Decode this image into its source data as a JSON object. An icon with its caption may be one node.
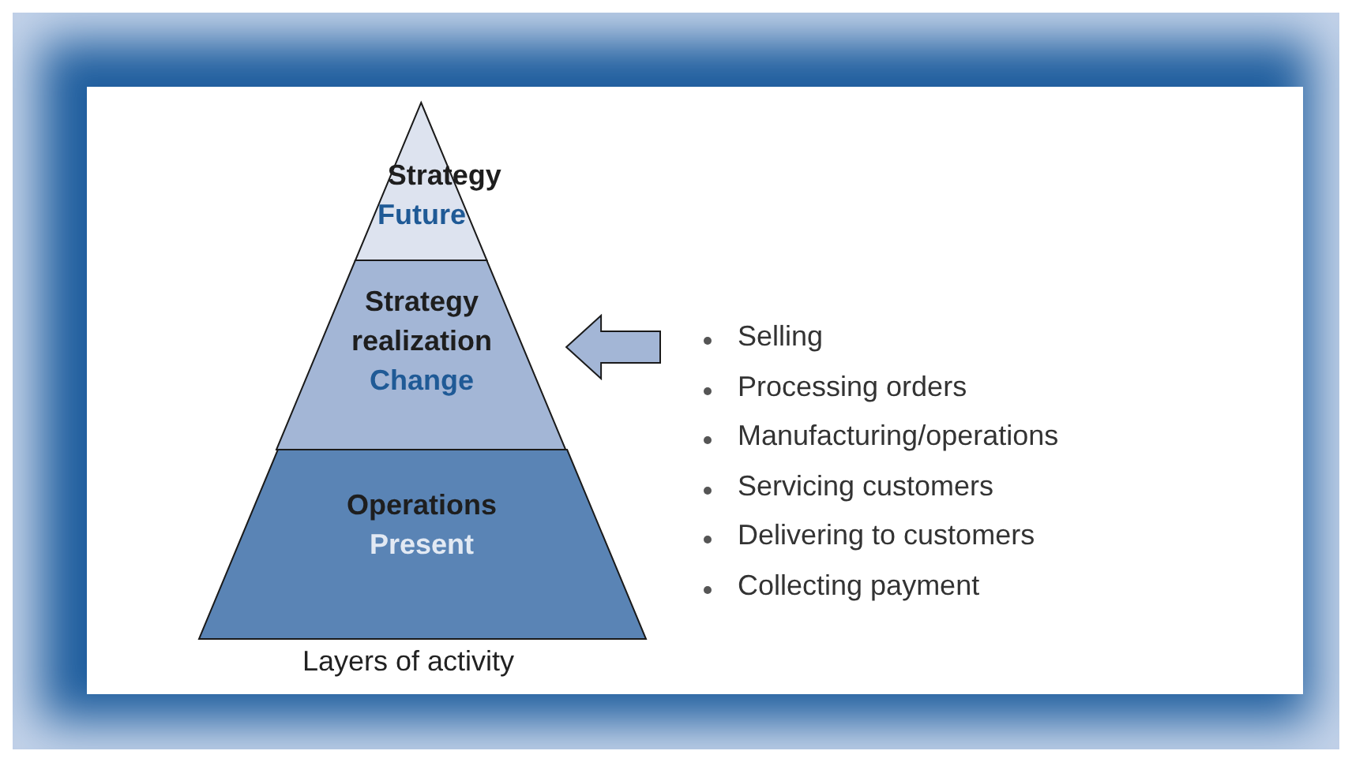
{
  "diagram": {
    "nodes": [
      {
        "text": [
          "Strategy",
          "Future"
        ]
      },
      {
        "text": [
          "Strategy realization",
          "Change"
        ]
      },
      {
        "text": [
          "Operations",
          "Present"
        ],
        "beside": [
          "Layers of activity"
        ]
      },
      {
        "text": [
          "Selling",
          "Processing orders",
          "Manufacturing/operations",
          "Servicing customers",
          "Delivering to customers",
          "Collecting payment"
        ]
      }
    ],
    "edges": [
      {
        "from": 3,
        "to": 1,
        "arrow": "to"
      }
    ]
  }
}
